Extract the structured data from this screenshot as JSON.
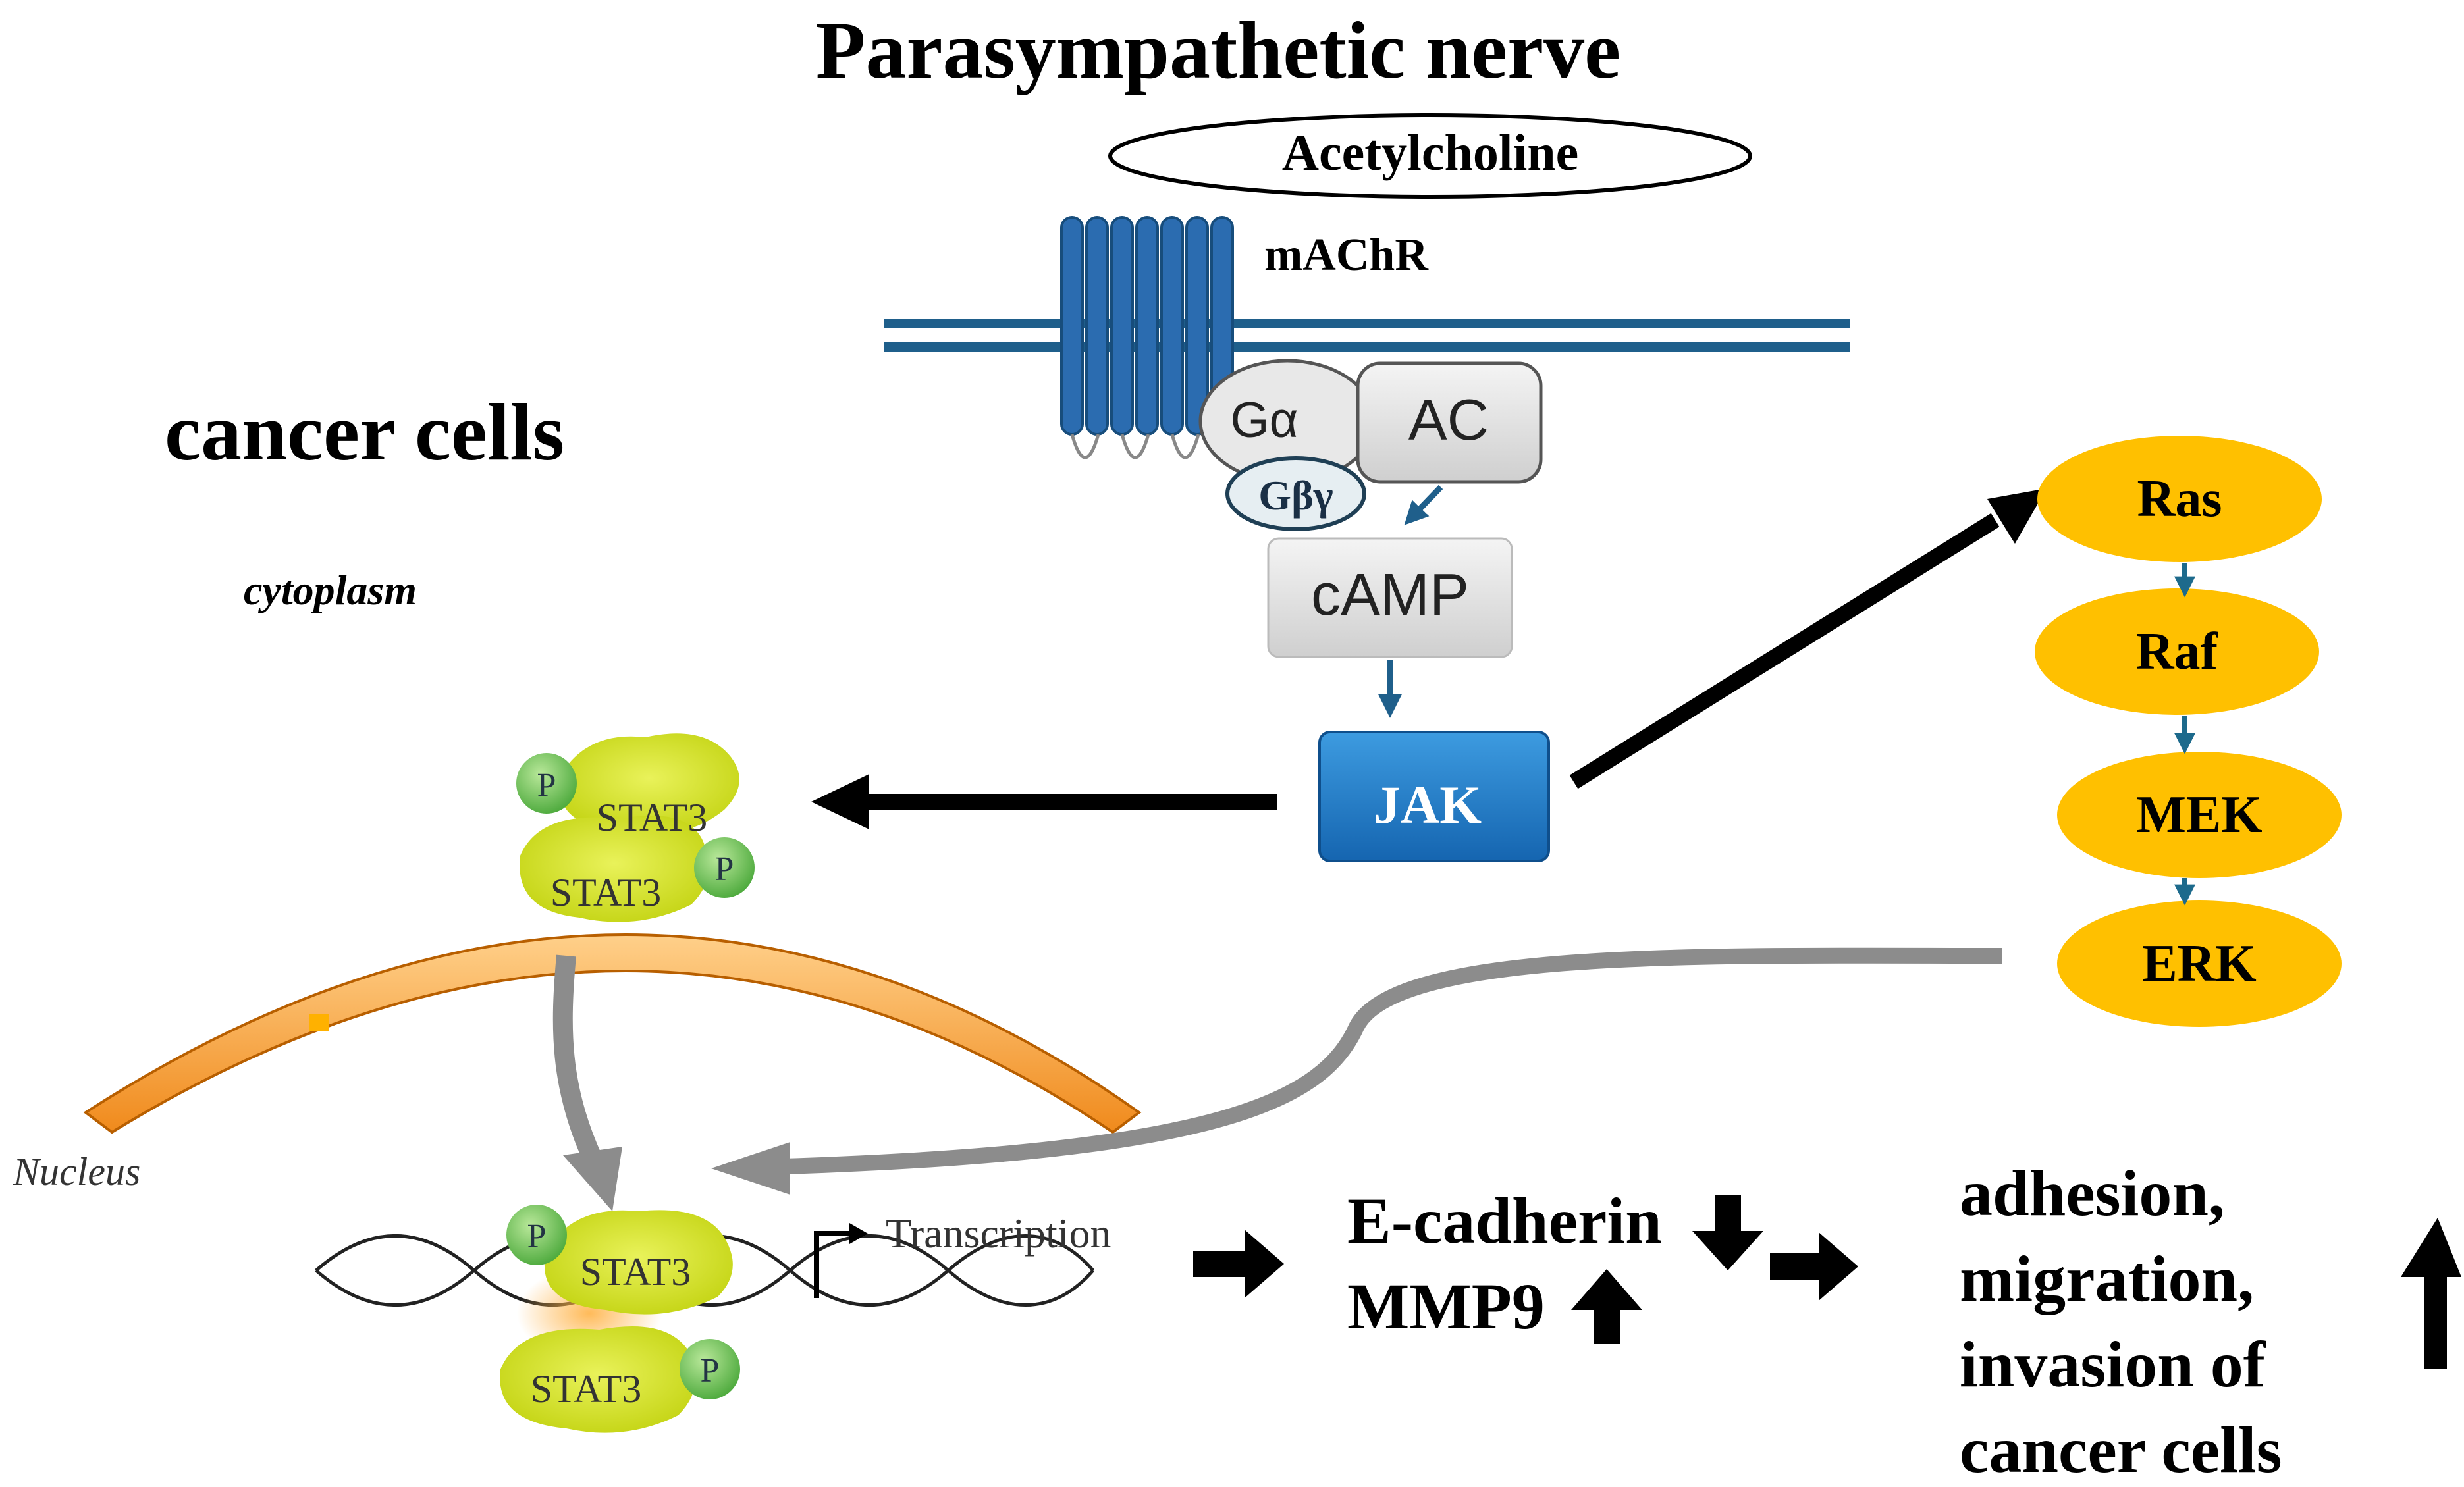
{
  "title": "Parasympathetic nerve",
  "ligand": "Acetylcholine",
  "receptor": "mAChR",
  "g_alpha": "Gα",
  "g_beta_gamma": "Gβγ",
  "adenylyl_cyclase": "AC",
  "camp": "cAMP",
  "jak": "JAK",
  "cell_label": "cancer cells",
  "cytoplasm_label": "cytoplasm",
  "nucleus_label": "Nucleus",
  "stat3": "STAT3",
  "phospho": "P",
  "transcription_label": "Transcription",
  "mapk_cascade": [
    "Ras",
    "Raf",
    "MEK",
    "ERK"
  ],
  "targets": {
    "ecadherin": "E-cadherin",
    "mmp9": "MMP9"
  },
  "outcome_lines": [
    "adhesion,",
    "migration,",
    "invasion of",
    "cancer cells"
  ],
  "colors": {
    "membrane": "#1f5f8b",
    "receptor": "#2b6cb0",
    "jak": "#1a7cc9",
    "mapk": "#ffc000",
    "stat3": "#d4e21a",
    "phospho": "#6cc04a",
    "nucleus": "#f5a342",
    "grey_arrow": "#8c8c8c"
  }
}
